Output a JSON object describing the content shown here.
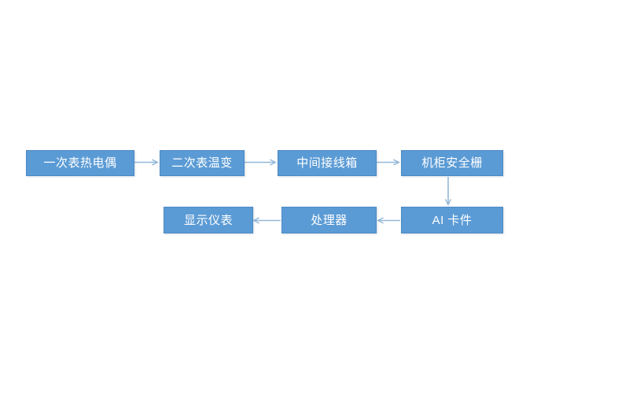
{
  "diagram": {
    "title": "",
    "type": "flowchart",
    "background_color": "#FFFFFF",
    "node_fill_color": "#5B9BD5",
    "node_border_color": "#4A89C4",
    "node_text_color": "#FFFFFF",
    "edge_color": "#94B8D8",
    "nodes": [
      {
        "id": "n1",
        "label": "一次表热电偶",
        "row": 1,
        "order": 1
      },
      {
        "id": "n2",
        "label": "二次表温变",
        "row": 1,
        "order": 2
      },
      {
        "id": "n3",
        "label": "中间接线箱",
        "row": 1,
        "order": 3
      },
      {
        "id": "n4",
        "label": "机柜安全栅",
        "row": 1,
        "order": 4
      },
      {
        "id": "n5",
        "label": "AI 卡件",
        "row": 2,
        "order": 3
      },
      {
        "id": "n6",
        "label": "处理器",
        "row": 2,
        "order": 2
      },
      {
        "id": "n7",
        "label": "显示仪表",
        "row": 2,
        "order": 1
      }
    ],
    "edges": [
      {
        "from": "n1",
        "to": "n2",
        "direction": "right"
      },
      {
        "from": "n2",
        "to": "n3",
        "direction": "right"
      },
      {
        "from": "n3",
        "to": "n4",
        "direction": "right"
      },
      {
        "from": "n4",
        "to": "n5",
        "direction": "down"
      },
      {
        "from": "n5",
        "to": "n6",
        "direction": "left"
      },
      {
        "from": "n6",
        "to": "n7",
        "direction": "left"
      }
    ]
  }
}
